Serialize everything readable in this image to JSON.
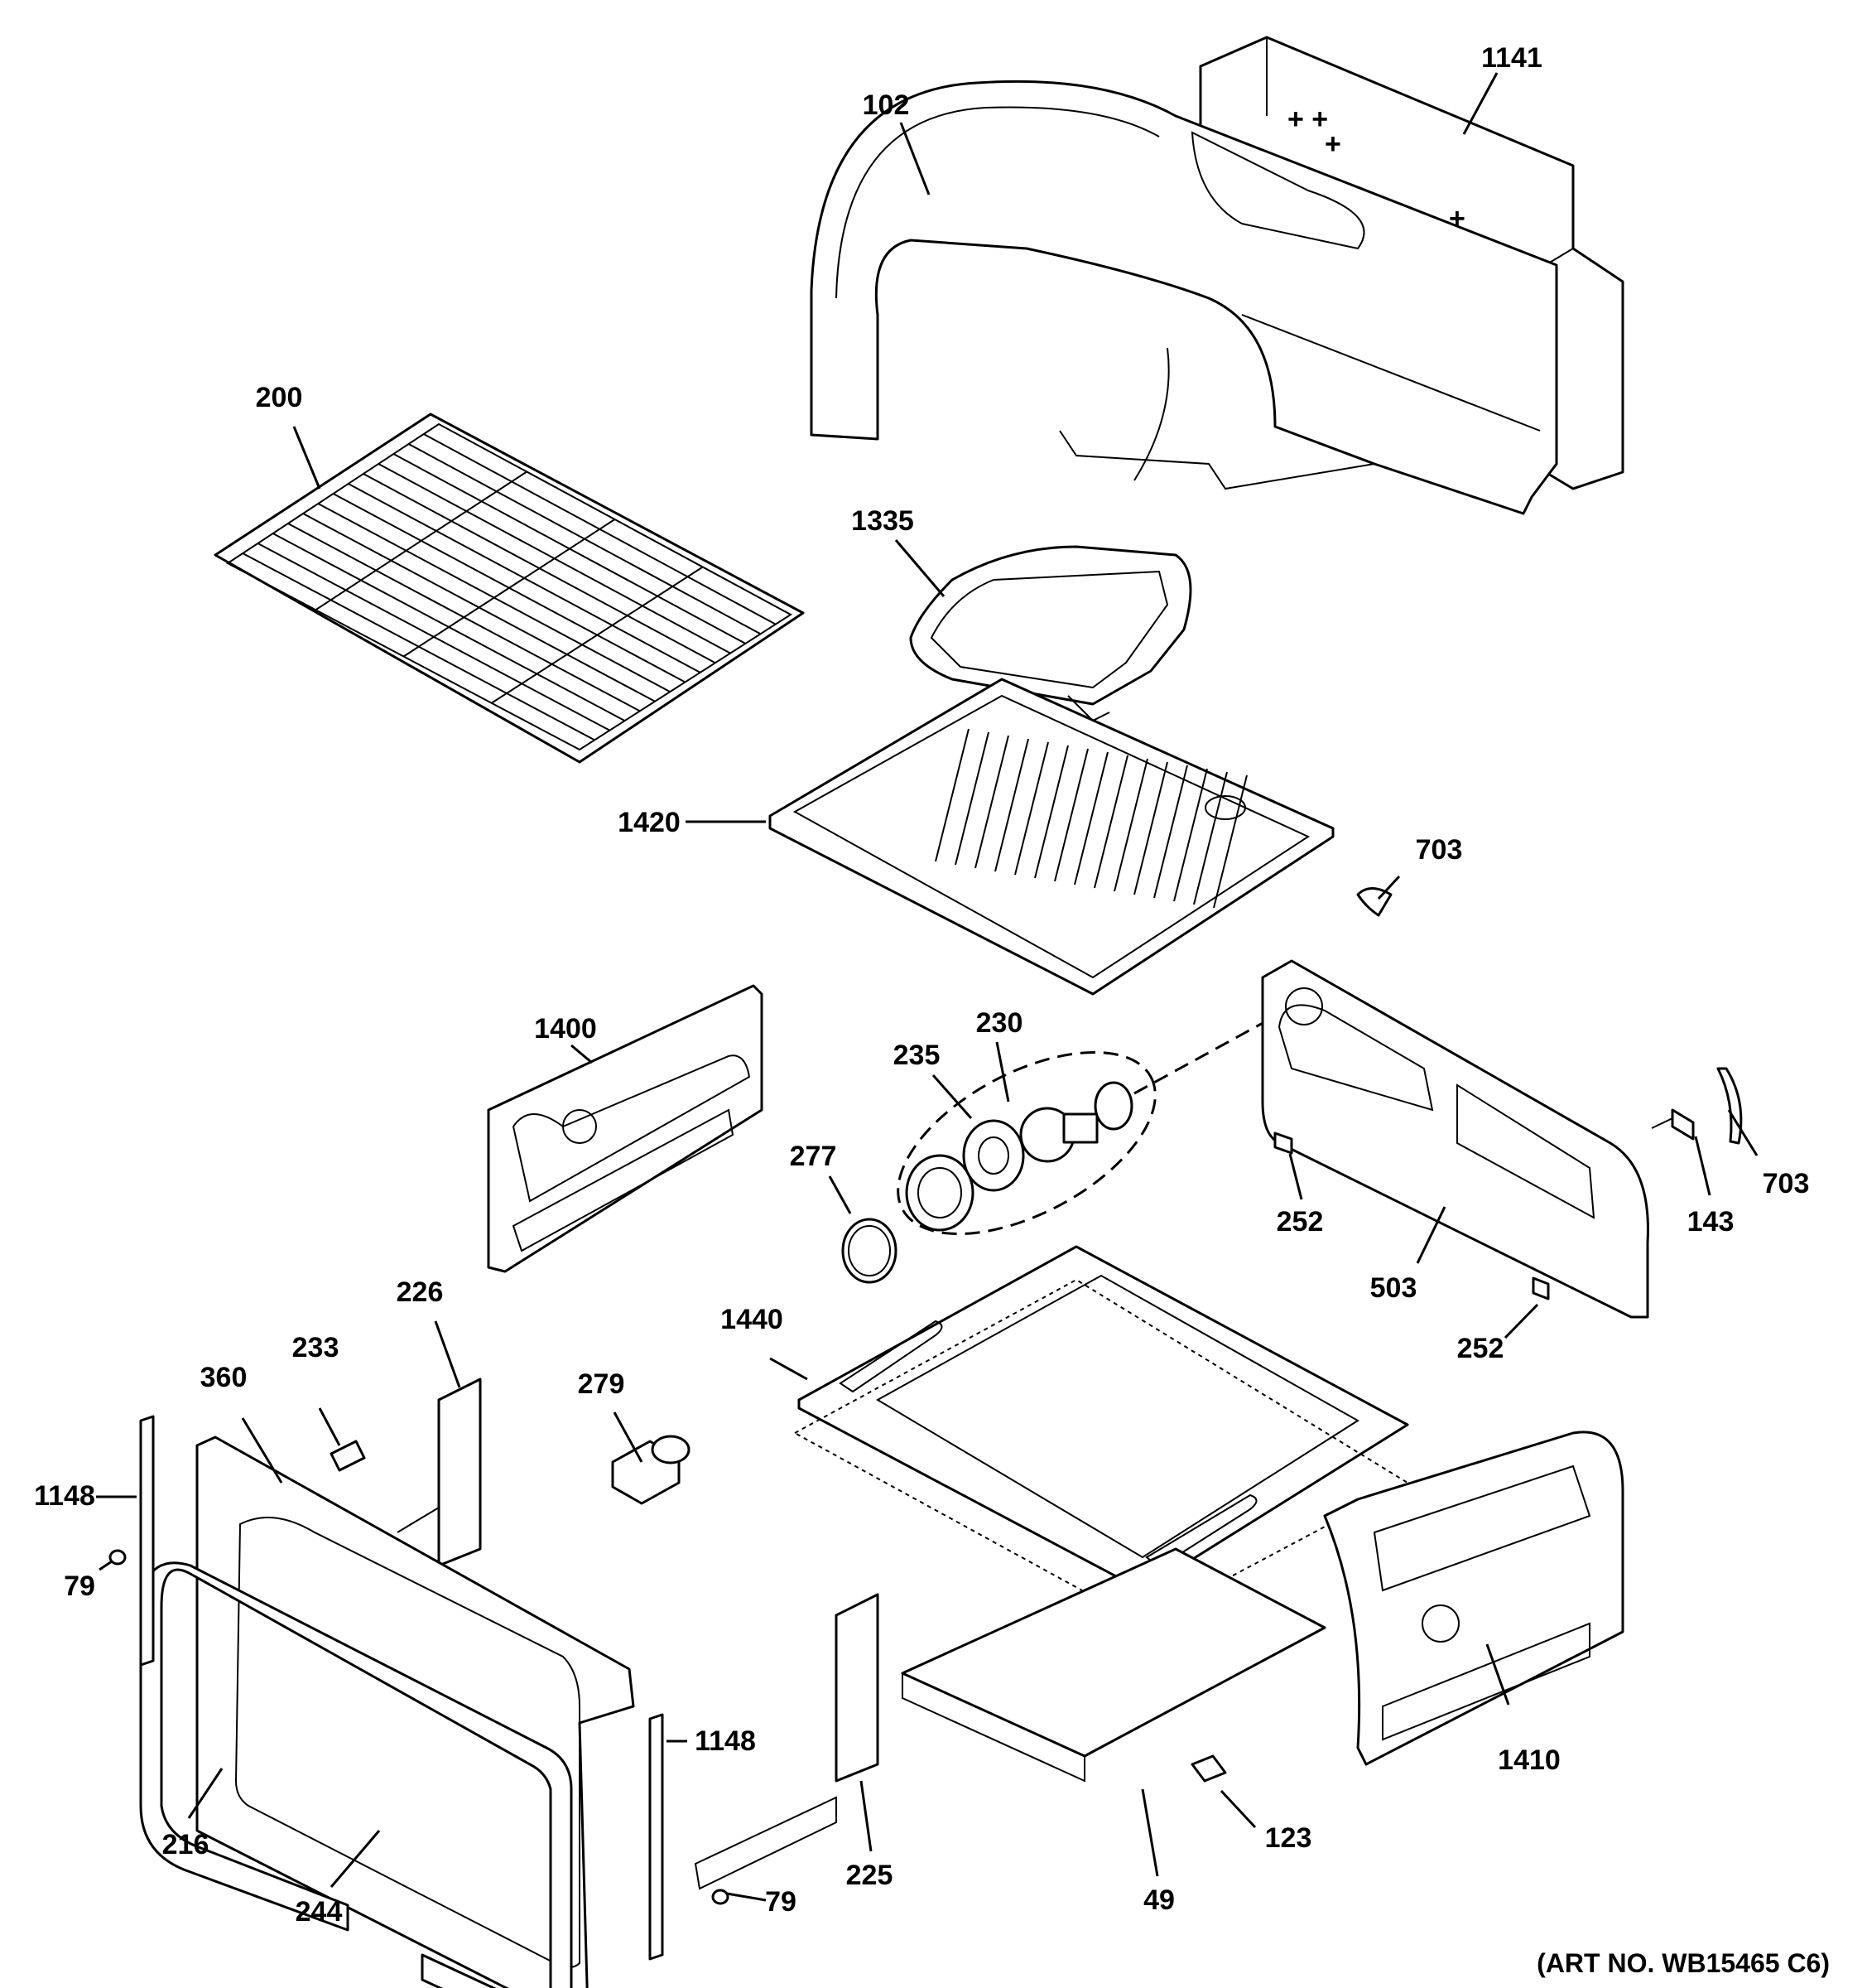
{
  "diagram": {
    "callouts": [
      {
        "id": "c102",
        "label": "102"
      },
      {
        "id": "c1141",
        "label": "1141"
      },
      {
        "id": "c200",
        "label": "200"
      },
      {
        "id": "c1335",
        "label": "1335"
      },
      {
        "id": "c1420",
        "label": "1420"
      },
      {
        "id": "c703a",
        "label": "703"
      },
      {
        "id": "c703b",
        "label": "703"
      },
      {
        "id": "c1400",
        "label": "1400"
      },
      {
        "id": "c230",
        "label": "230"
      },
      {
        "id": "c235",
        "label": "235"
      },
      {
        "id": "c277",
        "label": "277"
      },
      {
        "id": "c252a",
        "label": "252"
      },
      {
        "id": "c143",
        "label": "143"
      },
      {
        "id": "c503",
        "label": "503"
      },
      {
        "id": "c252b",
        "label": "252"
      },
      {
        "id": "c226",
        "label": "226"
      },
      {
        "id": "c1440",
        "label": "1440"
      },
      {
        "id": "c233",
        "label": "233"
      },
      {
        "id": "c360",
        "label": "360"
      },
      {
        "id": "c279",
        "label": "279"
      },
      {
        "id": "c1148a",
        "label": "1148"
      },
      {
        "id": "c79a",
        "label": "79"
      },
      {
        "id": "c1148b",
        "label": "1148"
      },
      {
        "id": "c1410",
        "label": "1410"
      },
      {
        "id": "c216",
        "label": "216"
      },
      {
        "id": "c123",
        "label": "123"
      },
      {
        "id": "c225",
        "label": "225"
      },
      {
        "id": "c244",
        "label": "244"
      },
      {
        "id": "c79b",
        "label": "79"
      },
      {
        "id": "c49",
        "label": "49"
      }
    ],
    "art_number": "(ART NO. WB15465 C6)"
  }
}
